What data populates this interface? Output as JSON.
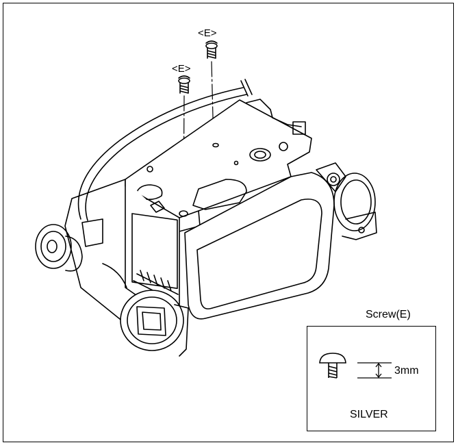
{
  "callouts": {
    "screw_label_top": "<E>",
    "screw_label_left": "<E>"
  },
  "spec": {
    "title": "Screw(E)",
    "length": "3mm",
    "color": "SILVER"
  }
}
